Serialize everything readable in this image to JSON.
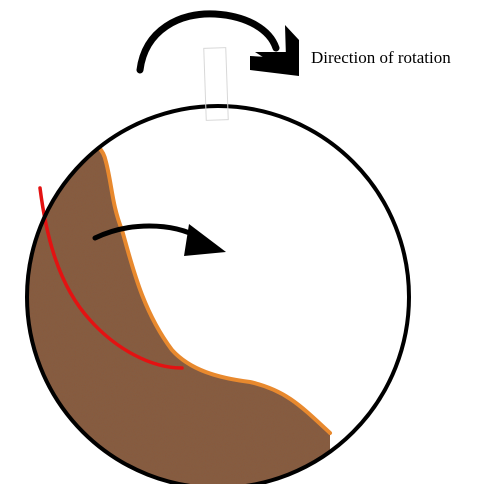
{
  "diagram": {
    "rotation_label": "Direction of rotation",
    "colors": {
      "drum_outline": "#000000",
      "material_fill": "#8a5a3c",
      "material_edge": "#e8892e",
      "flow_line": "#e31212",
      "arrows": "#000000",
      "background": "#ffffff"
    },
    "icons": {
      "rotation_arrow": "curved-arrow-clockwise",
      "internal_arrow": "curved-arrow-right"
    }
  }
}
